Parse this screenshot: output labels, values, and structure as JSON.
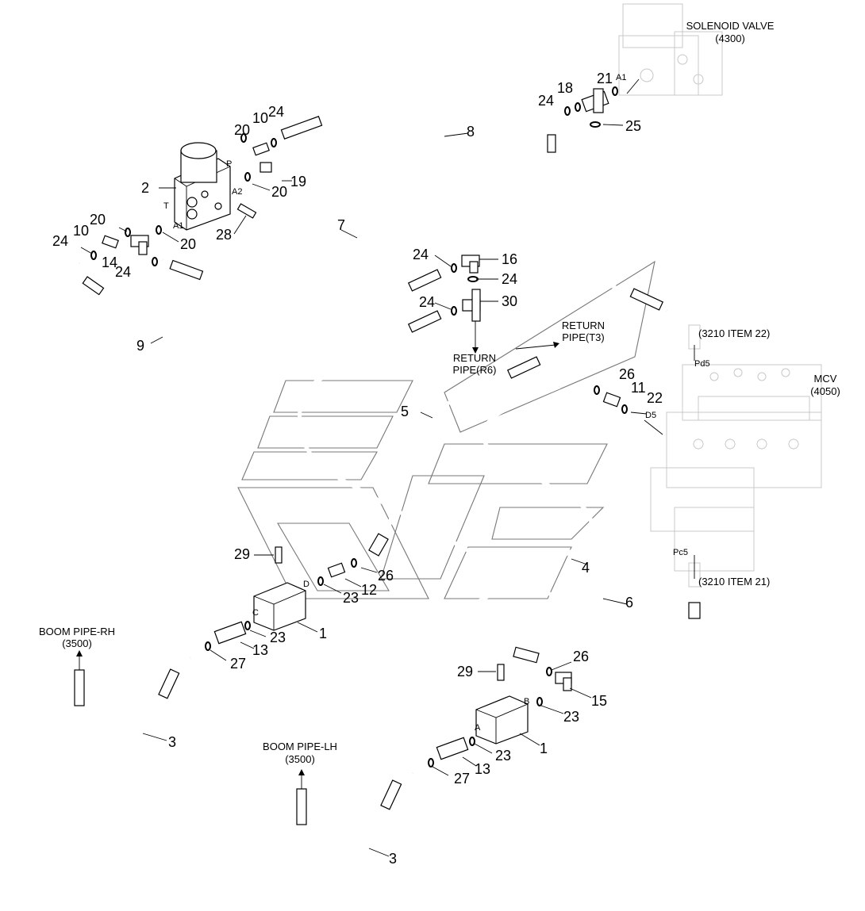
{
  "callouts": {
    "c1a": "1",
    "c1b": "1",
    "c2": "2",
    "c3a": "3",
    "c3b": "3",
    "c4": "4",
    "c5": "5",
    "c6": "6",
    "c7": "7",
    "c8": "8",
    "c9": "9",
    "c10a": "10",
    "c10b": "10",
    "c11": "11",
    "c12": "12",
    "c13a": "13",
    "c13b": "13",
    "c14": "14",
    "c15": "15",
    "c16": "16",
    "c18": "18",
    "c19": "19",
    "c20a": "20",
    "c20b": "20",
    "c20c": "20",
    "c20d": "20",
    "c21": "21",
    "c22": "22",
    "c23a": "23",
    "c23b": "23",
    "c23c": "23",
    "c23d": "23",
    "c24a": "24",
    "c24b": "24",
    "c24c": "24",
    "c24d": "24",
    "c24e": "24",
    "c24f": "24",
    "c24g": "24",
    "c25": "25",
    "c26a": "26",
    "c26b": "26",
    "c26c": "26",
    "c27a": "27",
    "c27b": "27",
    "c28": "28",
    "c29a": "29",
    "c29b": "29",
    "c30": "30"
  },
  "notes": {
    "solenoid_valve": "SOLENOID VALVE",
    "solenoid_valve_ref": "(4300)",
    "mcv": "MCV",
    "mcv_ref": "(4050)",
    "item22": "(3210 ITEM 22)",
    "item21": "(3210 ITEM 21)",
    "return_t3_1": "RETURN",
    "return_t3_2": "PIPE(T3)",
    "return_r6_1": "RETURN",
    "return_r6_2": "PIPE(R6)",
    "boom_rh": "BOOM PIPE-RH",
    "boom_rh_ref": "(3500)",
    "boom_lh": "BOOM PIPE-LH",
    "boom_lh_ref": "(3500)"
  },
  "ports": {
    "p": "P",
    "t": "T",
    "a1_valve": "A1",
    "a2": "A2",
    "a1_sol": "A1",
    "pd5": "Pd5",
    "d5": "D5",
    "pc5": "Pc5",
    "c": "C",
    "d": "D",
    "a": "A",
    "b": "B"
  }
}
